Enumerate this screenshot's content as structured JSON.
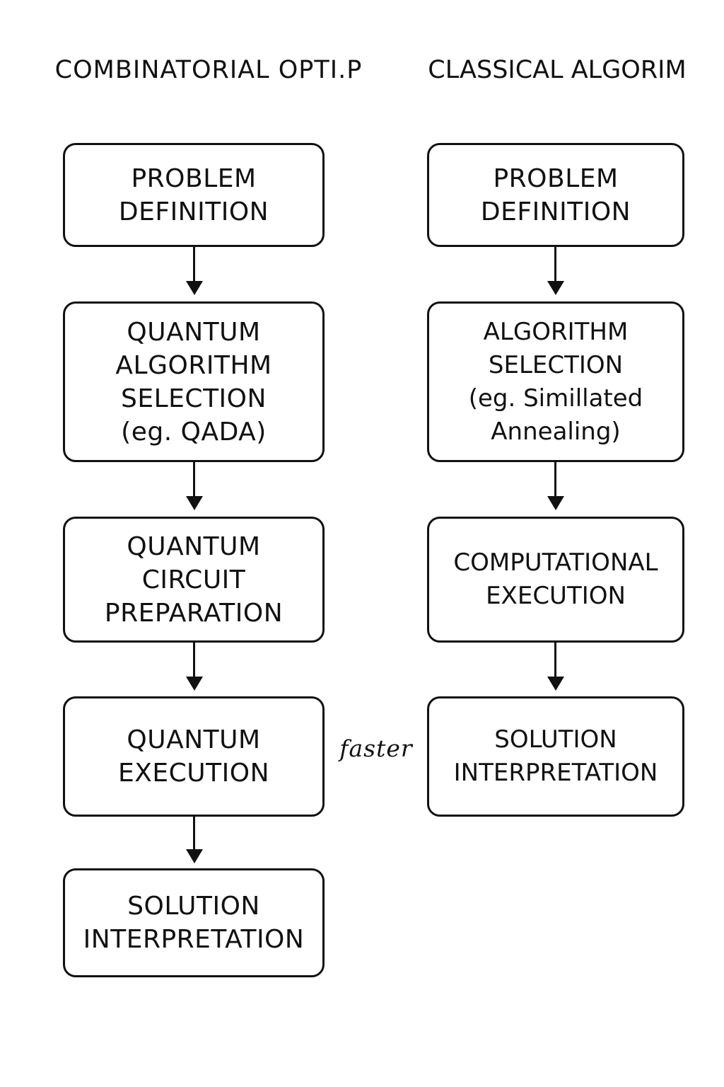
{
  "left_column": {
    "title": "COMBINATORIAL  OPTI.P",
    "steps": [
      {
        "lines": [
          "PROBLEM",
          "DEFINITION"
        ]
      },
      {
        "lines": [
          "QUANTUM",
          "ALGORITHM",
          "SELECTION",
          "(eg. QADA)"
        ]
      },
      {
        "lines": [
          "QUANTUM",
          "CIRCUIT",
          "PREPARATION"
        ]
      },
      {
        "lines": [
          "QUANTUM",
          "EXECUTION"
        ]
      },
      {
        "lines": [
          "SOLUTION",
          "INTERPRETATION"
        ]
      }
    ]
  },
  "right_column": {
    "title": "CLASSICAL ALGORIM",
    "steps": [
      {
        "lines": [
          "PROBLEM",
          "DEFINITION"
        ]
      },
      {
        "lines": [
          "ALGORITHM",
          "SELECTION",
          "(eg. Simillated",
          "Annealing)"
        ]
      },
      {
        "lines": [
          "COMPUTATIONAL",
          "EXECUTION"
        ]
      },
      {
        "lines": [
          "SOLUTION",
          "INTERPRETATION"
        ]
      }
    ]
  },
  "comparison_label": "faster",
  "colors": {
    "stroke": "#111111",
    "background": "#ffffff"
  }
}
